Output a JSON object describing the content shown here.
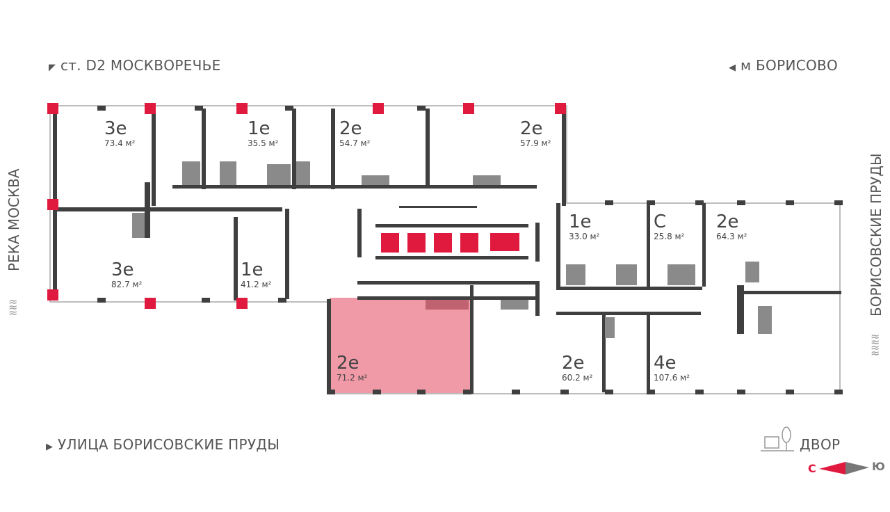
{
  "labels": {
    "top_left": "ст. D2 МОСКВОРЕЧЬЕ",
    "top_right": "м БОРИСОВО",
    "left": "РЕКА МОСКВА",
    "right": "БОРИСОВСКИЕ ПРУДЫ",
    "bottom_left": "УЛИЦА БОРИСОВСКИЕ ПРУДЫ",
    "bottom_right": "ДВОР"
  },
  "compass": {
    "north": "С",
    "south": "Ю"
  },
  "apartments": [
    {
      "type": "3е",
      "area": "73.4 м²"
    },
    {
      "type": "1е",
      "area": "35.5 м²"
    },
    {
      "type": "2е",
      "area": "54.7 м²"
    },
    {
      "type": "2е",
      "area": "57.9 м²"
    },
    {
      "type": "3е",
      "area": "82.7 м²"
    },
    {
      "type": "1е",
      "area": "41.2 м²"
    },
    {
      "type": "1е",
      "area": "33.0 м²"
    },
    {
      "type": "С",
      "area": "25.8 м²"
    },
    {
      "type": "2е",
      "area": "64.3 м²"
    },
    {
      "type": "2е",
      "area": "71.2 м²",
      "selected": true
    },
    {
      "type": "2е",
      "area": "60.2 м²"
    },
    {
      "type": "4е",
      "area": "107.6 м²"
    }
  ],
  "colors": {
    "accent": "#e0193f",
    "selected": "#f09aa8",
    "wall": "#3f3f3f",
    "fixture": "#8a8a8a"
  }
}
